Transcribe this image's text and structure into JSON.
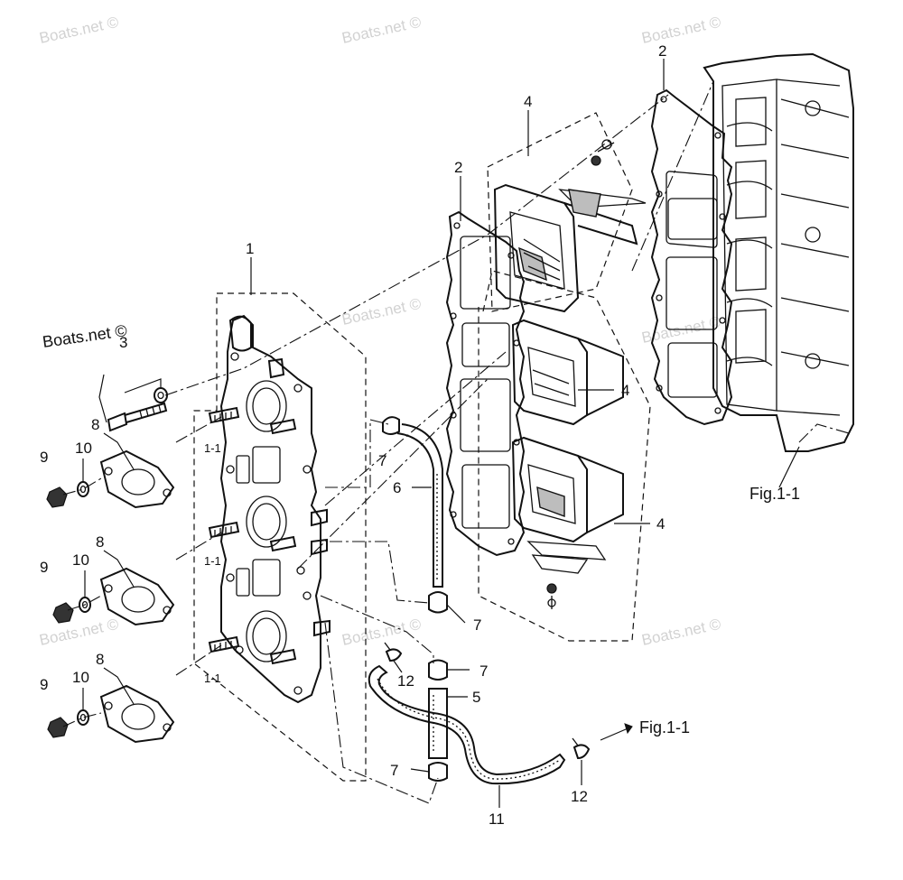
{
  "watermarks": [
    "Boats.net ©",
    "Boats.net ©",
    "Boats.net ©",
    "Boats.net ©",
    "Boats.net ©",
    "Boats.net ©",
    "Boats.net ©",
    "Boats.net ©",
    "Boats.net ©"
  ],
  "callouts": {
    "c1": "1",
    "c2a": "2",
    "c2b": "2",
    "c3": "3",
    "c4a": "4",
    "c4b": "4",
    "c4c": "4",
    "c5": "5",
    "c6": "6",
    "c7a": "7",
    "c7b": "7",
    "c7c": "7",
    "c7d": "7",
    "c8a": "8",
    "c8b": "8",
    "c8c": "8",
    "c9a": "9",
    "c9b": "9",
    "c9c": "9",
    "c10a": "10",
    "c10b": "10",
    "c10c": "10",
    "c11": "11",
    "c12a": "12",
    "c12b": "12",
    "c11a": "1-1",
    "c11b": "1-1",
    "c11c": "1-1"
  },
  "figure_refs": {
    "fig_engine": "Fig.1-1",
    "fig_hose": "Fig.1-1"
  },
  "colors": {
    "ink": "#111111",
    "watermark": "#d2d2d2",
    "background": "#ffffff"
  }
}
